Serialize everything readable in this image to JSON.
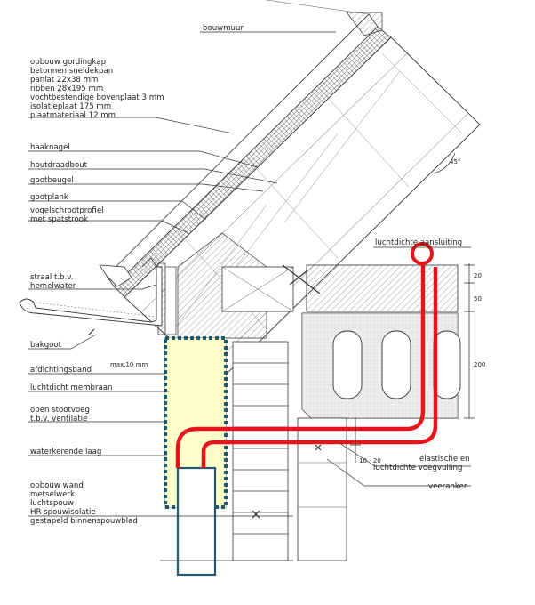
{
  "labels": {
    "bouwmuur": "bouwmuur",
    "opbouw_gordingkap": "opbouw gordingkap",
    "betonnen_sneldekpan": "betonnen sneldekpan",
    "panlat": "panlat 22x38 mm",
    "ribben": "ribben 28x195 mm",
    "bovenplaat": "vochtbestendige bovenplaat 3 mm",
    "isolatieplaat": "isolatieplaat 175 mm",
    "plaatmateriaal": "plaatmateriaal 12 mm",
    "haaknagel": "haaknagel",
    "houtdraadbout": "houtdraadbout",
    "gootbeugel": "gootbeugel",
    "gootplank": "gootplank",
    "vogelschroot_1": "vogelschrootprofiel",
    "vogelschroot_2": "met spatstrook",
    "straal_1": "straal t.b.v.",
    "straal_2": "hemelwater",
    "luchtdichte_aansluiting": "luchtdichte aansluiting",
    "bakgoot": "bakgoot",
    "afdichtingsband": "afdichtingsband",
    "max10": "max.10 mm",
    "luchtdicht_membraan": "luchtdicht membraan",
    "stootvoeg_1": "open stootvoeg",
    "stootvoeg_2": "t.b.v. ventilatie",
    "waterkerende_laag": "waterkerende laag",
    "elastische_1": "elastische en",
    "elastische_2": "luchtdichte voegvulling",
    "veeranker": "veeranker",
    "opbouw_wand": "opbouw wand",
    "metselwerk": "metselwerk",
    "luchtspouw": "luchtspouw",
    "hr_spouwisolatie": "HR-spouwisolatie",
    "binnenspouwblad": "gestapeld binnenspouwblad"
  },
  "dimensions": {
    "d20": "20",
    "d50": "50",
    "d200": "200",
    "d10_20": "10 - 20",
    "angle": "45°"
  },
  "colors": {
    "airtight_line": "#e8141c",
    "membrane_fill": "#ffffcc",
    "membrane_border": "#1f5a6e",
    "inner_leaf_border": "#1f5a6e",
    "concrete": "#dcdcdc"
  }
}
